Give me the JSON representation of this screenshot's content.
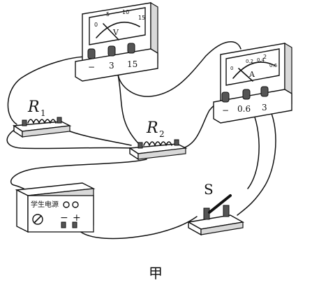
{
  "voltmeter": {
    "symbol": "V",
    "scale_labels": [
      "0",
      "5",
      "10",
      "15"
    ],
    "terminals": [
      "−",
      "3",
      "15"
    ]
  },
  "ammeter": {
    "symbol": "A",
    "scale_labels": [
      "0",
      "0.2",
      "0.4",
      "0.6"
    ],
    "top_label": "2",
    "terminals": [
      "−",
      "0.6",
      "3"
    ]
  },
  "resistor1": {
    "letter": "R",
    "sub": "1"
  },
  "resistor2": {
    "letter": "R",
    "sub": "2"
  },
  "switch": {
    "label": "S"
  },
  "power_supply": {
    "label": "学生电源",
    "minus": "−",
    "plus": "+"
  },
  "caption": "甲"
}
